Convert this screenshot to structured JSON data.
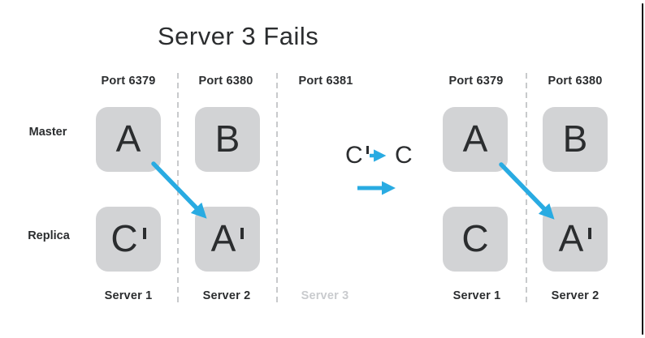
{
  "title": "Server 3 Fails",
  "colors": {
    "accent": "#29abe2",
    "ink": "#2b2d2f",
    "box": "#d2d3d5",
    "divider": "#c8cacc",
    "muted": "#c9cbce"
  },
  "row_labels": {
    "master": "Master",
    "replica": "Replica"
  },
  "left_cluster": {
    "ports": [
      "Port 6379",
      "Port 6380",
      "Port 6381"
    ],
    "master_row": [
      {
        "label": "A",
        "prime": false
      },
      {
        "label": "B",
        "prime": false
      }
    ],
    "replica_row": [
      {
        "label": "C",
        "prime": true
      },
      {
        "label": "A",
        "prime": true
      }
    ],
    "servers": [
      {
        "label": "Server 1",
        "failed": false
      },
      {
        "label": "Server 2",
        "failed": false
      },
      {
        "label": "Server 3",
        "failed": true
      }
    ]
  },
  "transition": {
    "from": {
      "label": "C",
      "prime": true
    },
    "to": {
      "label": "C",
      "prime": false
    }
  },
  "right_cluster": {
    "ports": [
      "Port 6379",
      "Port 6380"
    ],
    "master_row": [
      {
        "label": "A",
        "prime": false
      },
      {
        "label": "B",
        "prime": false
      }
    ],
    "replica_row": [
      {
        "label": "C",
        "prime": false
      },
      {
        "label": "A",
        "prime": true
      }
    ],
    "servers": [
      {
        "label": "Server 1",
        "failed": false
      },
      {
        "label": "Server 2",
        "failed": false
      }
    ]
  }
}
